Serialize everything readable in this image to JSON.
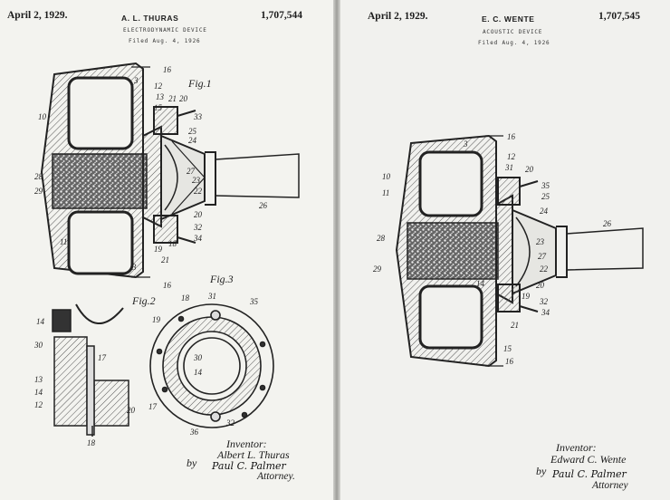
{
  "left_patent": {
    "date": "April 2, 1929.",
    "inventor_name": "A. L. THURAS",
    "number": "1,707,544",
    "title": "ELECTRODYNAMIC DEVICE",
    "filed": "Filed Aug. 4, 1926",
    "fig1": "Fig.1",
    "fig2": "Fig.2",
    "fig3": "Fig.3",
    "inventor_label": "Inventor:",
    "inventor_signature": "Albert L. Thuras",
    "by": "by",
    "attorney_signature": "Paul C. Palmer",
    "attorney_label": "Attorney.",
    "fig1_labels": [
      "16",
      "3",
      "12",
      "13",
      "15",
      "21",
      "20",
      "33",
      "25",
      "24",
      "27",
      "23",
      "22",
      "10",
      "28",
      "29",
      "20",
      "26",
      "32",
      "34",
      "18",
      "19",
      "21",
      "11",
      "3",
      "16"
    ],
    "fig2_labels": [
      "14",
      "30",
      "17",
      "13",
      "14",
      "12",
      "20",
      "18"
    ],
    "fig3_labels": [
      "18",
      "31",
      "35",
      "19",
      "30",
      "14",
      "17",
      "36",
      "32"
    ]
  },
  "right_patent": {
    "date": "April 2, 1929.",
    "inventor_name": "E. C. WENTE",
    "number": "1,707,545",
    "title": "ACOUSTIC DEVICE",
    "filed": "Filed Aug. 4, 1926",
    "inventor_label": "Inventor:",
    "inventor_signature": "Edward C. Wente",
    "by": "by",
    "attorney_signature": "Paul C. Palmer",
    "attorney_label": "Attorney",
    "fig_labels": [
      "16",
      "3",
      "12",
      "31",
      "20",
      "35",
      "25",
      "24",
      "10",
      "11",
      "26",
      "28",
      "29",
      "23",
      "27",
      "22",
      "14",
      "20",
      "19",
      "32",
      "34",
      "21",
      "15",
      "16"
    ]
  }
}
